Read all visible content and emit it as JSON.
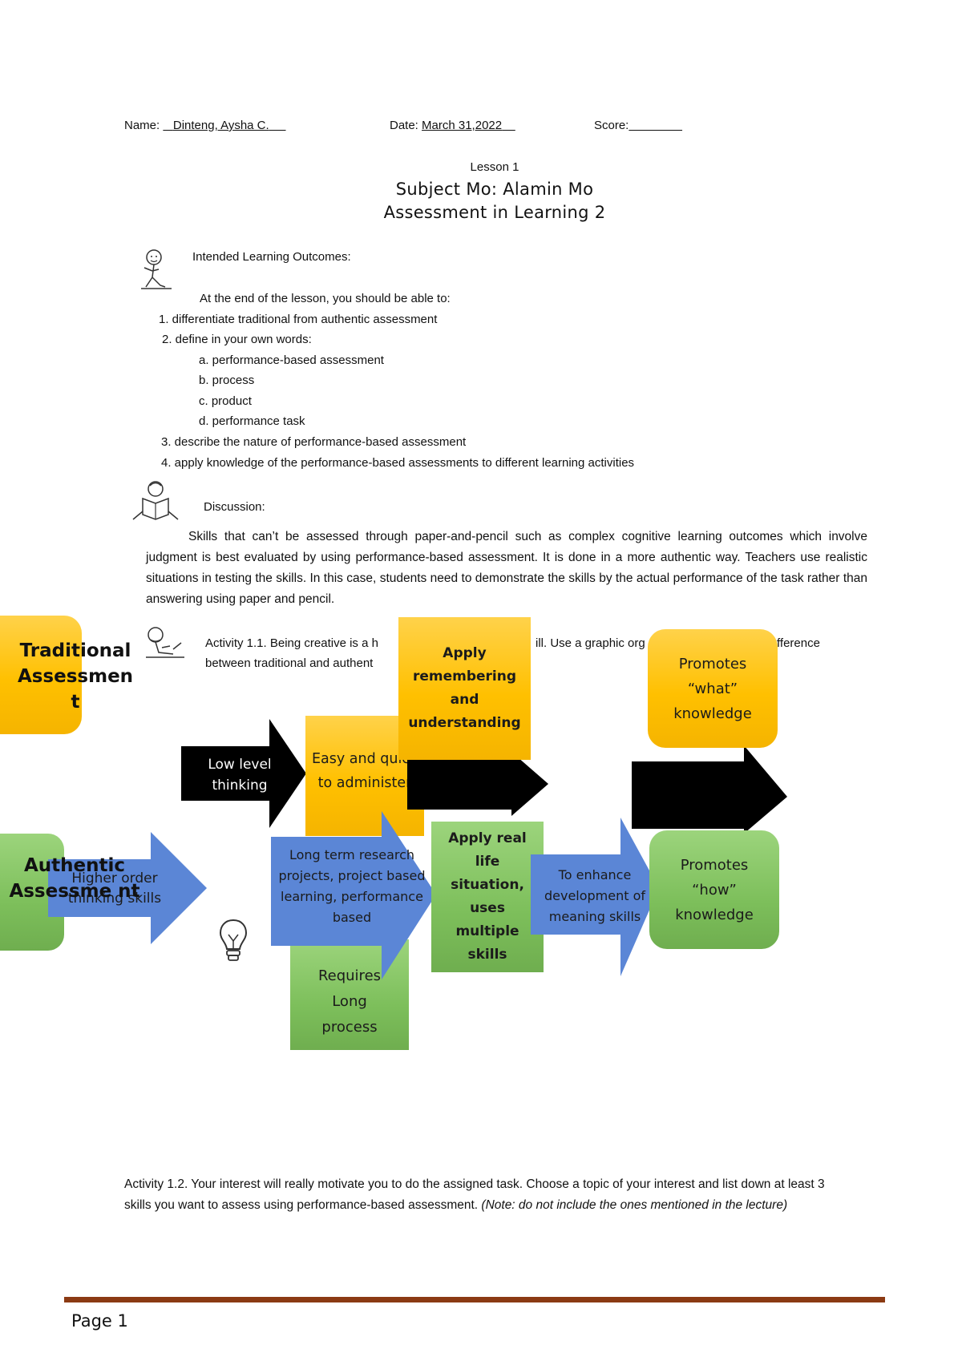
{
  "header": {
    "name_label": "Name:",
    "name_value": "Dinteng, Aysha C.",
    "date_label": "Date:",
    "date_value": "March 31,2022",
    "score_label": "Score:"
  },
  "lesson": "Lesson 1",
  "title_line1": "Subject Mo: Alamin Mo",
  "title_line2": "Assessment in Learning 2",
  "ilo": {
    "heading": "Intended Learning Outcomes:",
    "intro": "At the end of the lesson, you should be able to:",
    "items": [
      "1. differentiate traditional from authentic assessment",
      "2.  define in your own words:",
      "a. performance-based assessment",
      "b. process",
      "c. product",
      "d. performance task",
      "3. describe the nature of performance-based assessment",
      "4. apply knowledge of the performance-based assessments to different learning activities"
    ]
  },
  "discussion": {
    "heading": "Discussion:",
    "body": "Skills that can’t be assessed through paper-and-pencil such as complex cognitive learning outcomes which involve judgment is best evaluated by using performance-based assessment. It is done in a more authentic way. Teachers use realistic situations in testing the skills. In this case, students need to demonstrate the skills by the actual performance of the task rather than answering using paper and pencil."
  },
  "activity1": {
    "line1": "Activity 1.1. Being creative is a h",
    "line1b": "ill. Use a graphic org",
    "line1c": "fference",
    "line2": "between traditional and authent"
  },
  "organizer": {
    "traditional": "Traditional Assessmen t",
    "authentic": "Authentic Assessme nt",
    "low_level": "Low level thinking",
    "easy": "Easy and quick to administer",
    "apply_remember": "Apply remembering and understanding",
    "promotes_what": "Promotes “what” knowledge",
    "higher_order": "Higher order thinking skills",
    "long_term": "Long term research projects, project based learning, performance based",
    "apply_real": "Apply real life situation, uses multiple skills",
    "enhance": "To enhance development of meaning skills",
    "promotes_how": "Promotes “how” knowledge",
    "requires": "Requires Long process",
    "icons": [
      "person-sitting-icon",
      "person-reading-icon",
      "person-writing-icon",
      "lightbulb-icon"
    ]
  },
  "activity2": {
    "text": "Activity 1.2. Your interest will really motivate you to do the assigned task. Choose a topic of your interest and list down at least 3 skills you want to assess using performance-based assessment. ",
    "note": "(Note: do not include the ones mentioned in the lecture)"
  },
  "footer": {
    "page": "Page 1"
  },
  "colors": {
    "yellow": "#ffc000",
    "green": "#7dbf5b",
    "blue": "#5b86d6",
    "footer_rule": "#8b3a13"
  }
}
